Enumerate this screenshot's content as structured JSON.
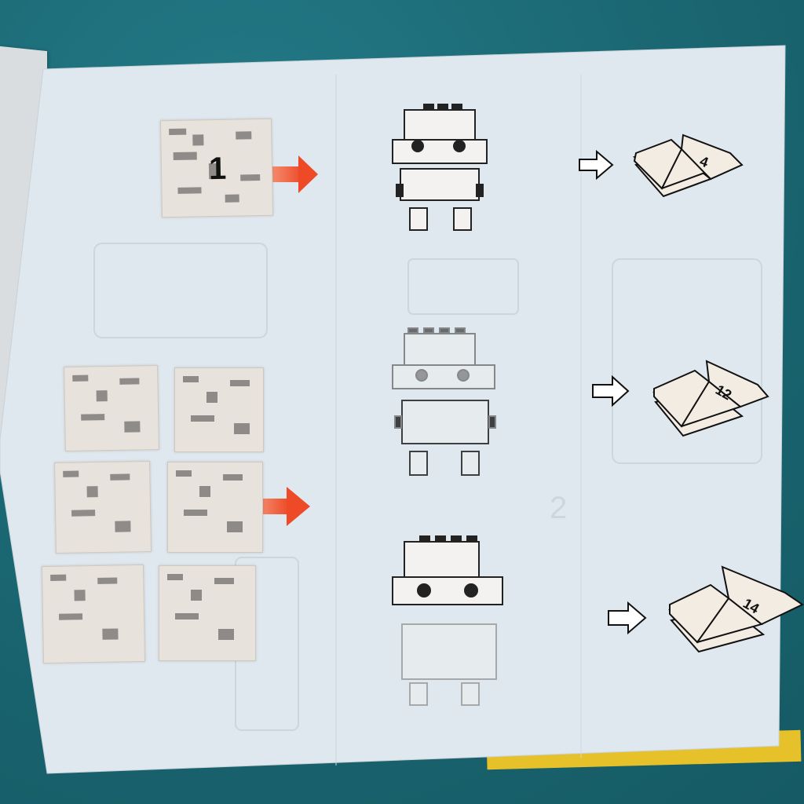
{
  "image": {
    "description_free": true
  },
  "steps": {
    "first_bag_number": "1",
    "book_pages": [
      "4",
      "12",
      "14"
    ]
  },
  "colors": {
    "table": "#1b6b78",
    "sheet": "#dde6ec",
    "arrow_orange": "#ee5a2f",
    "book_yellow_edge": "#e6c12a"
  }
}
